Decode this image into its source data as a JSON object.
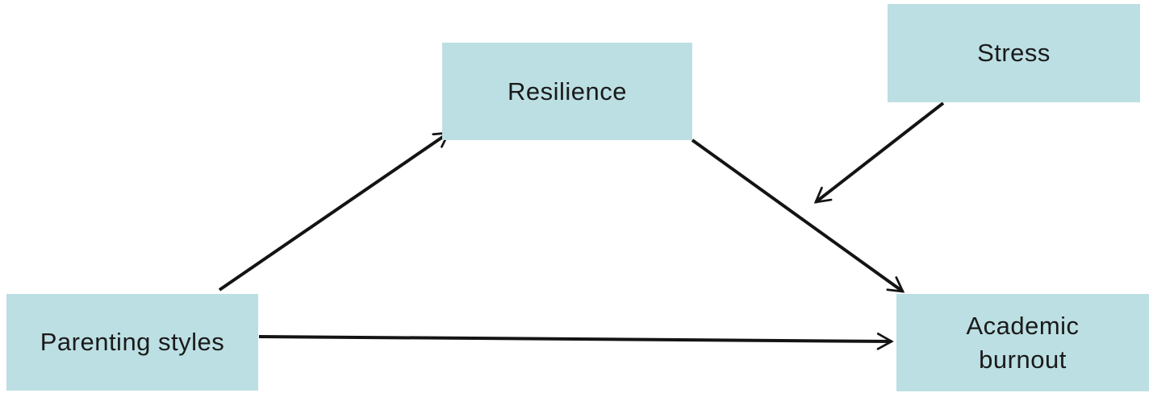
{
  "diagram": {
    "type": "path-model",
    "background_color": "#ffffff",
    "node_fill_color": "#bcdfe3",
    "node_text_color": "#1a1a1a",
    "arrow_color": "#141414",
    "nodes": [
      {
        "id": "parenting",
        "label": "Parenting styles",
        "role": "independent-variable"
      },
      {
        "id": "resilience",
        "label": "Resilience",
        "role": "mediator"
      },
      {
        "id": "stress",
        "label": "Stress",
        "role": "moderator"
      },
      {
        "id": "burnout",
        "label": "Academic burnout",
        "role": "dependent-variable"
      }
    ],
    "edges": [
      {
        "from": "parenting",
        "to": "resilience"
      },
      {
        "from": "parenting",
        "to": "burnout"
      },
      {
        "from": "resilience",
        "to": "burnout"
      },
      {
        "from": "stress",
        "to": "resilience-to-burnout-path"
      }
    ]
  }
}
